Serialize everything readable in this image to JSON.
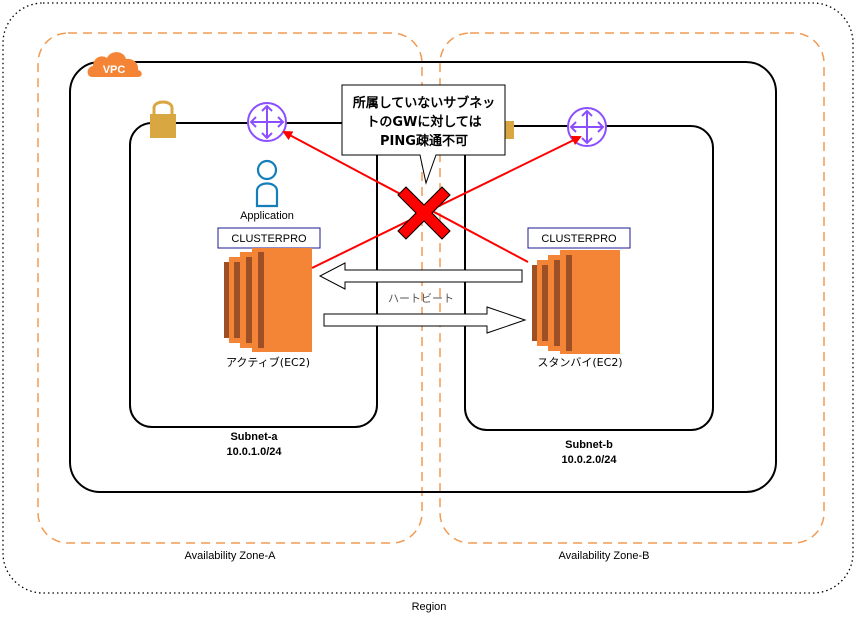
{
  "region": {
    "label": "Region"
  },
  "zones": [
    {
      "label": "Availability Zone-A"
    },
    {
      "label": "Availability Zone-B"
    }
  ],
  "vpc": {
    "badge": "VPC"
  },
  "subnets": [
    {
      "name": "Subnet-a",
      "cidr": "10.0.1.0/24"
    },
    {
      "name": "Subnet-b",
      "cidr": "10.0.2.0/24"
    }
  ],
  "application_label": "Application",
  "clusterpro_labels": [
    "CLUSTERPRO",
    "CLUSTERPRO"
  ],
  "instances": [
    {
      "label": "アクティブ(EC2)"
    },
    {
      "label": "スタンバイ(EC2)"
    }
  ],
  "heartbeat_label": "ハートビート",
  "callout_lines": [
    "所属していないサブネッ",
    "トのGWに対しては",
    "PING疎通不可"
  ],
  "colors": {
    "orange_dash": "#F29A52",
    "ec2_orange": "#F58536",
    "ec2_dark": "#9D5025",
    "lock_gold": "#D9A741",
    "router_purple": "#8C4FFF",
    "person_teal": "#147EBA",
    "clusterpro_border": "#1A1A8C",
    "cross_red": "#FF0000"
  },
  "icons": [
    "vpc-cloud-icon",
    "lock-icon",
    "router-icon",
    "user-icon",
    "ec2-instance-icon",
    "cross-icon"
  ]
}
